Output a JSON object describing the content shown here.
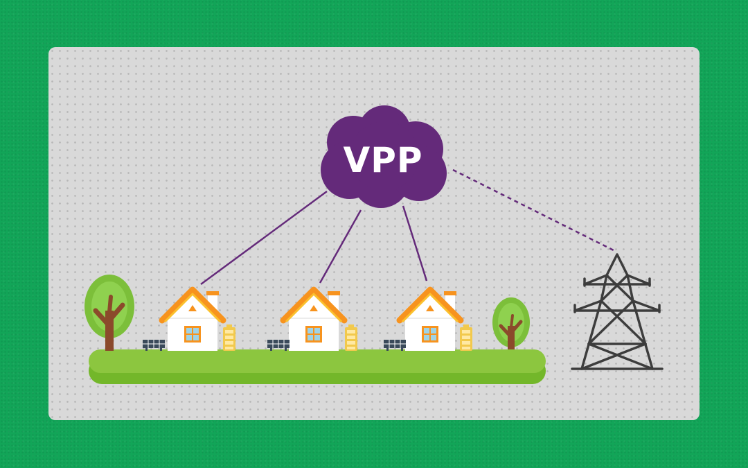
{
  "diagram": {
    "cloud": {
      "label": "VPP",
      "color": "#642a7a"
    },
    "background_color": "#12a558",
    "panel_color": "#d9d9d9",
    "connector_color": "#642a7a",
    "nodes": [
      {
        "id": "house-1",
        "type": "home-with-solar-and-battery"
      },
      {
        "id": "house-2",
        "type": "home-with-solar-and-battery"
      },
      {
        "id": "house-3",
        "type": "home-with-solar-and-battery"
      },
      {
        "id": "grid",
        "type": "transmission-tower"
      }
    ],
    "edges": [
      {
        "from": "cloud",
        "to": "house-1",
        "style": "solid"
      },
      {
        "from": "cloud",
        "to": "house-2",
        "style": "solid"
      },
      {
        "from": "cloud",
        "to": "house-3",
        "style": "solid"
      },
      {
        "from": "cloud",
        "to": "grid",
        "style": "dashed"
      }
    ]
  }
}
